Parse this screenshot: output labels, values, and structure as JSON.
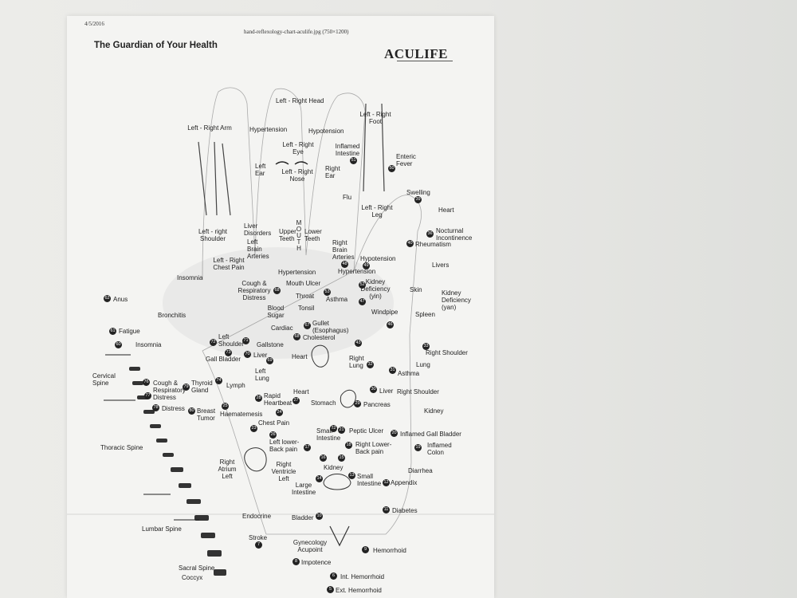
{
  "header": {
    "date": "4/5/2016",
    "file": "hand-reflexology-chart-aculife.jpg (750×1200)",
    "title": "The Guardian of Your Health",
    "logo": "ACULIFE"
  },
  "labels": {
    "head": "Left - Right Head",
    "arm": "Left - Right Arm",
    "hypertension_1": "Hypertension",
    "hypotension_1": "Hypotension",
    "foot": "Left - Right Foot",
    "inflamed_intestine": "Inflamed Intestine",
    "eye": "Left - Right Eye",
    "left_ear": "Left Ear",
    "nose": "Left - Right Nose",
    "right_ear": "Right Ear",
    "enteric_fever": "Enteric Fever",
    "swelling": "Swelling",
    "heart_1": "Heart",
    "flu": "Flu",
    "leg": "Left - Right Leg",
    "nocturnal": "Nocturnal Incontinence",
    "rheumatism": "Rheumatism",
    "liver_disorders": "Liver Disorders",
    "shoulder": "Left - right Shoulder",
    "upper_teeth": "Upper Teeth",
    "mouth": "M O U T H",
    "lower_teeth": "Lower Teeth",
    "left_brain": "Left Brain Arteries",
    "right_brain": "Right Brain Arteries",
    "hypotension_2": "Hypotension",
    "livers": "Livers",
    "chest_pain_1": "Left - Right Chest Pain",
    "insomnia_1": "Insomnia",
    "hypertension_2": "Hypertension",
    "hypertension_3": "Hypertension",
    "kidney_yin": "Kidney Deficiency (yin)",
    "skin": "Skin",
    "kidney_yan": "Kidney Deficiency (yan)",
    "cough_1": "Cough & Respiratory Distress",
    "mouth_ulcer": "Mouth Ulcer",
    "throat": "Throat",
    "asthma_1": "Asthma",
    "anus": "Anus",
    "bronchitis": "Bronchitis",
    "tonsil": "Tonsil",
    "blood_sugar": "Blood Sugar",
    "windpipe": "Windpipe",
    "spleen": "Spleen",
    "cardiac": "Cardiac",
    "gullet": "Gullet (Esophagus)",
    "fatigue": "Fatigue",
    "left_shoulder": "Left Shoulder",
    "gallstone": "Gallstone",
    "cholesterol": "Cholesterol",
    "insomnia_2": "Insomnia",
    "right_shoulder_1": "Right Shoulder",
    "gall_bladder": "Gall Bladder",
    "liver_1": "Liver",
    "heart_2": "Heart",
    "right_lung": "Right Lung",
    "lung": "Lung",
    "left_lung": "Left Lung",
    "asthma_2": "Asthma",
    "cervical_spine": "Cervical Spine",
    "cough_2": "Cough & Respiratory Distress",
    "thyroid": "Thyroid Gland",
    "lymph": "Lymph",
    "heart_3": "Heart",
    "liver_2": "Liver",
    "right_shoulder_2": "Right Shoulder",
    "distress": "Distress",
    "rapid_heartbeat": "Rapid Heartbeat",
    "stomach": "Stomach",
    "pancreas": "Pancreas",
    "kidney_1": "Kidney",
    "breast_tumor": "Breast Tumor",
    "haematemesis": "Haematemesis",
    "chest_pain_2": "Chest Pain",
    "small_intestine_1": "Small Intestine",
    "peptic_ulcer": "Peptic Ulcer",
    "inflamed_gall": "Inflamed Gall Bladder",
    "thoracic_spine": "Thoracic Spine",
    "left_lower_back": "Left lower-Back pain",
    "right_lower_back": "Right Lower-Back pain",
    "inflamed_colon": "Inflamed Colon",
    "right_atrium": "Right Atrium Left",
    "right_ventricle": "Right Ventricle Left",
    "kidney_2": "Kidney",
    "diarrhea": "Diarrhea",
    "large_intestine": "Large Intestine",
    "small_intestine_2": "Small Intestine",
    "appendix": "Appendix",
    "diabetes": "Diabetes",
    "endocrine": "Endocrine",
    "bladder": "Bladder",
    "lumbar_spine": "Lumbar Spine",
    "stroke": "Stroke",
    "gynecology": "Gynecology Acupoint",
    "hemorrhoid": "Hemorrhoid",
    "impotence": "Impotence",
    "sacral_spine": "Sacral Spine",
    "coccyx": "Coccyx",
    "int_hemorrhoid": "Int. Hemorrhoid",
    "ext_hemorrhoid": "Ext. Hemorrhoid"
  },
  "numbers": {
    "n51": "51",
    "n50": "50",
    "n39": "39",
    "n36": "36",
    "n40": "40",
    "n48": "48",
    "n49": "49",
    "n53": "53",
    "n47": "47",
    "n52": "52",
    "n46": "46",
    "n43": "43",
    "n67": "67",
    "n68": "68",
    "n62": "62",
    "n61": "61",
    "n60": "60",
    "n73": "73",
    "n72": "72",
    "n71": "71",
    "n70": "70",
    "n69": "69",
    "n74": "74",
    "n28": "28",
    "n27": "27",
    "n26": "26",
    "n25": "25",
    "n24": "24",
    "n23": "23",
    "n22": "22",
    "n21": "21",
    "n20": "20",
    "n19": "19",
    "n18": "18",
    "n17": "17",
    "n16": "16",
    "n15": "15",
    "n14": "14",
    "n13": "13",
    "n12": "12",
    "n11": "11",
    "n10": "10",
    "n9": "9",
    "n8": "8",
    "n7": "7",
    "n6": "6",
    "n5": "5",
    "n30": "30",
    "n31": "31",
    "n32": "32",
    "n33": "33",
    "n29": "29",
    "n76": "76",
    "n77": "77",
    "n78": "78",
    "n79": "79",
    "n80": "80"
  }
}
